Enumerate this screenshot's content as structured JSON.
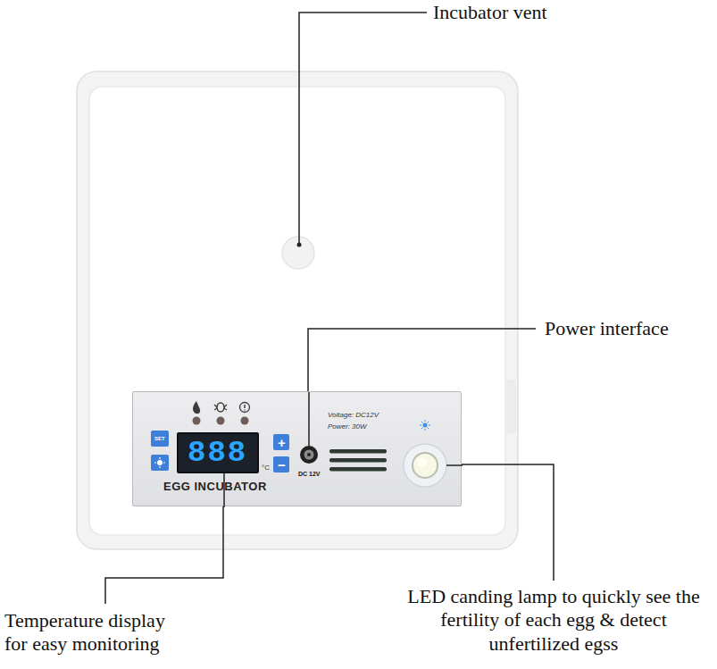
{
  "diagram": {
    "nodes": [
      {
        "text": [
          "EGG INCUBATOR",
          "Voltage: DC12V",
          "Power: 30W"
        ]
      },
      {
        "text": [
          "SET"
        ],
        "in": 0
      },
      {
        "text": [
          "888",
          "°C"
        ],
        "in": 0
      },
      {
        "text": [
          "+"
        ],
        "in": 0
      },
      {
        "text": [
          "−"
        ],
        "in": 0
      }
    ],
    "labels": [
      "Incubator vent",
      "Power interface",
      "DC 12V",
      "Temperature display for easy monitoring",
      "LED canding lamp to quickly see the fertility of each egg & detect unfertilized egss"
    ]
  }
}
